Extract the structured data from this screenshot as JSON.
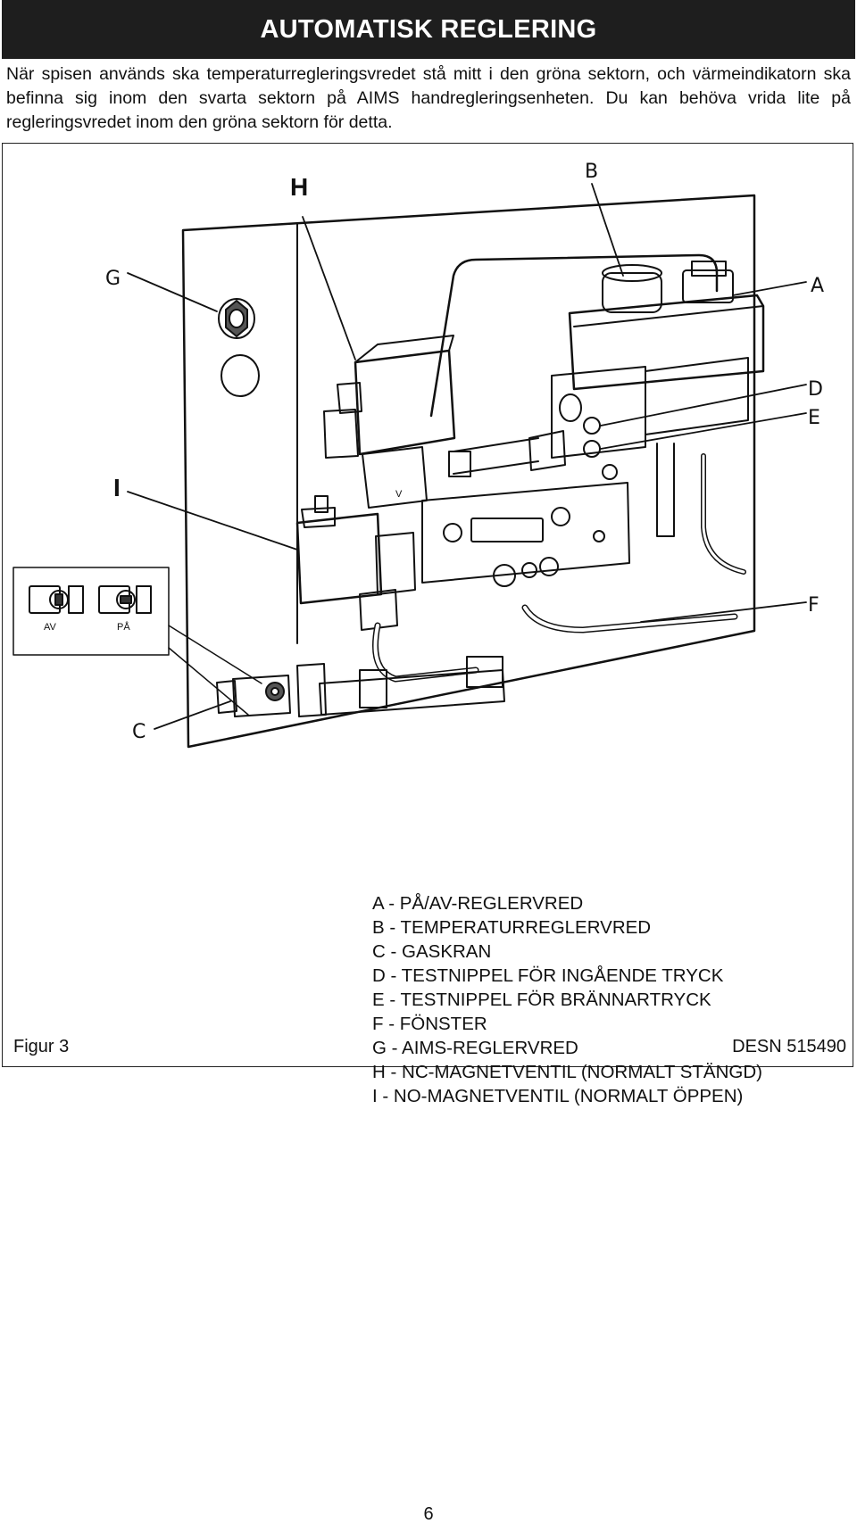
{
  "header": {
    "title": "AUTOMATISK REGLERING"
  },
  "intro": {
    "text": "När spisen används ska temperaturregleringsvredet stå mitt i den gröna sektorn, och värmeindikatorn ska befinna sig inom den svarta sektorn på AIMS handregleringsenheten. Du kan behöva vrida lite på regleringsvredet inom den gröna sektorn för detta."
  },
  "figure": {
    "callouts": {
      "h": "H",
      "b": "B",
      "a": "A",
      "g": "G",
      "d": "D",
      "e": "E",
      "i": "I",
      "f": "F",
      "c": "C"
    },
    "inset": {
      "off_label": "AV",
      "on_label": "PÅ"
    },
    "legend": [
      "A - PÅ/AV-REGLERVRED",
      "B - TEMPERATURREGLERVRED",
      "C - GASKRAN",
      "D - TESTNIPPEL FÖR INGÅENDE TRYCK",
      "E - TESTNIPPEL FÖR BRÄNNARTRYCK",
      "F - FÖNSTER",
      "G - AIMS-REGLERVRED",
      "H - NC-MAGNETVENTIL (NORMALT STÄNGD)",
      "I - NO-MAGNETVENTIL (NORMALT ÖPPEN)"
    ],
    "label": "Figur 3",
    "id": "DESN 515490"
  },
  "page": {
    "number": "6"
  },
  "colors": {
    "header_bg": "#1e1e1e",
    "header_text": "#ffffff",
    "ink": "#111111"
  }
}
